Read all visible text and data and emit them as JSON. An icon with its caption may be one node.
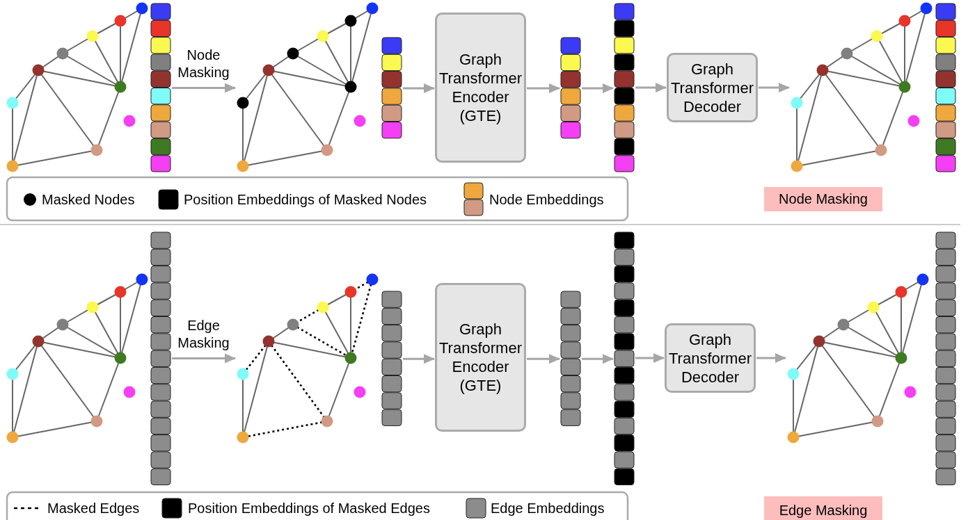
{
  "diagram": {
    "nodes": [
      {
        "text": [],
        "shape": "picture"
      },
      {
        "text": [],
        "shape": "bar"
      },
      {
        "text": [],
        "shape": "picture"
      },
      {
        "text": [],
        "shape": "bar"
      },
      {
        "text": [
          "Graph Transformer Encoder (GTE)"
        ]
      },
      {
        "text": [],
        "shape": "bar"
      },
      {
        "text": [],
        "shape": "bar"
      },
      {
        "text": [
          "Graph Transformer Decoder"
        ]
      },
      {
        "text": [],
        "shape": "picture"
      },
      {
        "text": [],
        "shape": "bar"
      },
      {
        "text": [
          "Node Masking"
        ]
      },
      {
        "text": [],
        "shape": "picture"
      },
      {
        "text": [],
        "shape": "bar"
      },
      {
        "text": [],
        "shape": "picture"
      },
      {
        "text": [],
        "shape": "bar"
      },
      {
        "text": [
          "Graph Transformer Encoder (GTE)"
        ]
      },
      {
        "text": [],
        "shape": "bar"
      },
      {
        "text": [],
        "shape": "bar"
      },
      {
        "text": [
          "Graph Transformer Decoder"
        ]
      },
      {
        "text": [],
        "shape": "picture"
      },
      {
        "text": [],
        "shape": "bar"
      },
      {
        "text": [
          "Edge Masking"
        ]
      }
    ],
    "edges": [
      {
        "from": 1,
        "to": 2,
        "arrow": "to",
        "label": "Node Masking"
      },
      {
        "from": 3,
        "to": 4,
        "arrow": "to"
      },
      {
        "from": 4,
        "to": 5,
        "arrow": "to"
      },
      {
        "from": 5,
        "to": 6,
        "arrow": "to"
      },
      {
        "from": 6,
        "to": 7,
        "arrow": "to"
      },
      {
        "from": 7,
        "to": 8,
        "arrow": "to"
      },
      {
        "from": 12,
        "to": 13,
        "arrow": "to",
        "label": "Edge Masking"
      },
      {
        "from": 14,
        "to": 15,
        "arrow": "to"
      },
      {
        "from": 15,
        "to": 16,
        "arrow": "to"
      },
      {
        "from": 16,
        "to": 17,
        "arrow": "to"
      },
      {
        "from": 17,
        "to": 18,
        "arrow": "to"
      },
      {
        "from": 18,
        "to": 19,
        "arrow": "to"
      }
    ],
    "legend": [
      {
        "text": "Masked Nodes"
      },
      {
        "text": "Position Embeddings of Masked Nodes",
        "color": "#000000"
      },
      {
        "text": "Node Embeddings"
      },
      {
        "text": "Masked Edges"
      },
      {
        "text": "Position Embeddings of Masked Edges",
        "color": "#000000"
      },
      {
        "text": "Edge Embeddings",
        "color": "#8c8c8c"
      }
    ]
  }
}
